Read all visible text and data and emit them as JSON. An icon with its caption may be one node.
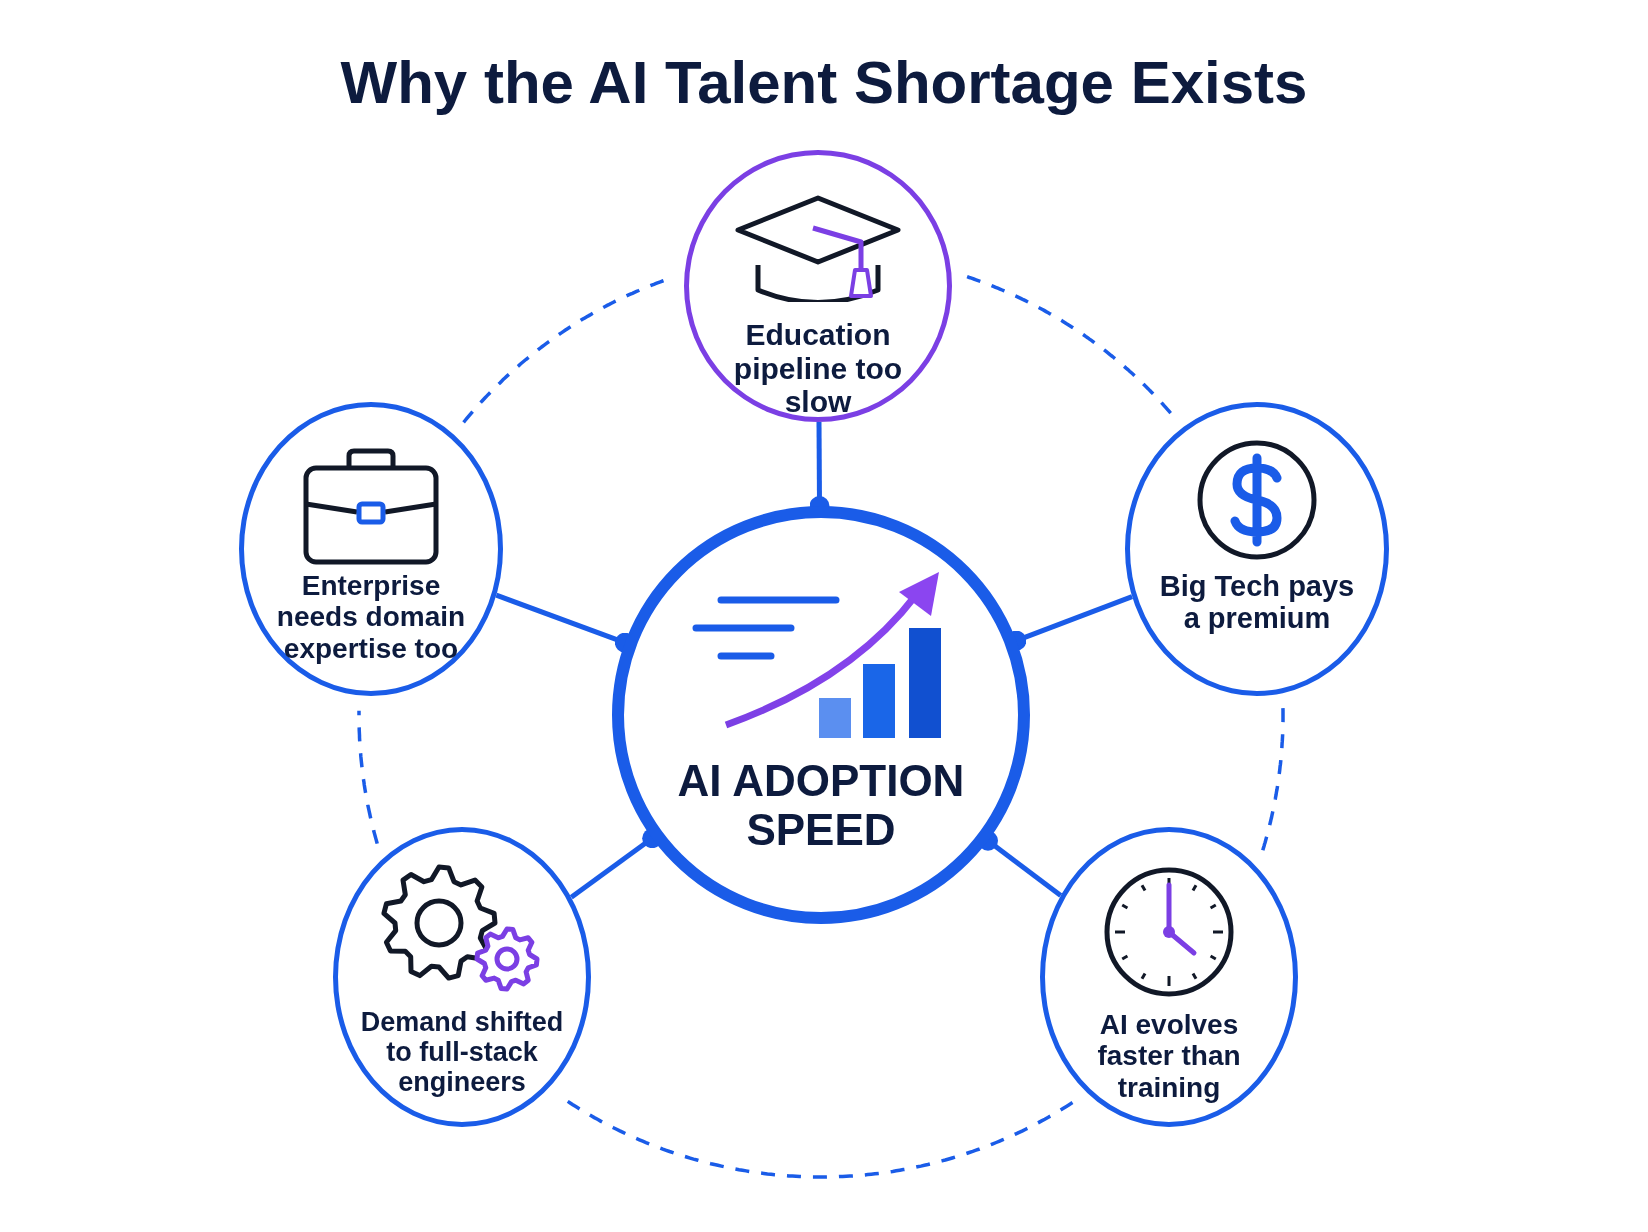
{
  "diagram": {
    "title": "Why the AI Talent Shortage Exists",
    "nodes": [
      {
        "text": [
          "Education pipeline too slow"
        ]
      },
      {
        "text": [
          "Enterprise needs domain expertise too"
        ]
      },
      {
        "text": [
          "AI ADOPTION SPEED"
        ]
      },
      {
        "text": [
          "Big Tech pays a premium"
        ]
      },
      {
        "text": [
          "Demand shifted to full-stack engineers"
        ]
      },
      {
        "text": [
          "AI evolves faster than training"
        ]
      }
    ],
    "edges": [
      {
        "from": 0,
        "to": 2,
        "arrow": "other"
      },
      {
        "from": 1,
        "to": 2,
        "arrow": "other"
      },
      {
        "from": 3,
        "to": 2,
        "arrow": "other"
      },
      {
        "from": 4,
        "to": 2,
        "arrow": "other"
      },
      {
        "from": 5,
        "to": 2,
        "arrow": "other"
      },
      {
        "from": 0,
        "to": 3,
        "arrow": "none",
        "style": "dashed"
      },
      {
        "from": 3,
        "to": 5,
        "arrow": "none",
        "style": "dashed"
      },
      {
        "from": 5,
        "to": 4,
        "arrow": "none",
        "style": "dashed"
      },
      {
        "from": 4,
        "to": 1,
        "arrow": "none",
        "style": "dashed"
      },
      {
        "from": 1,
        "to": 0,
        "arrow": "none",
        "style": "dashed"
      }
    ]
  }
}
